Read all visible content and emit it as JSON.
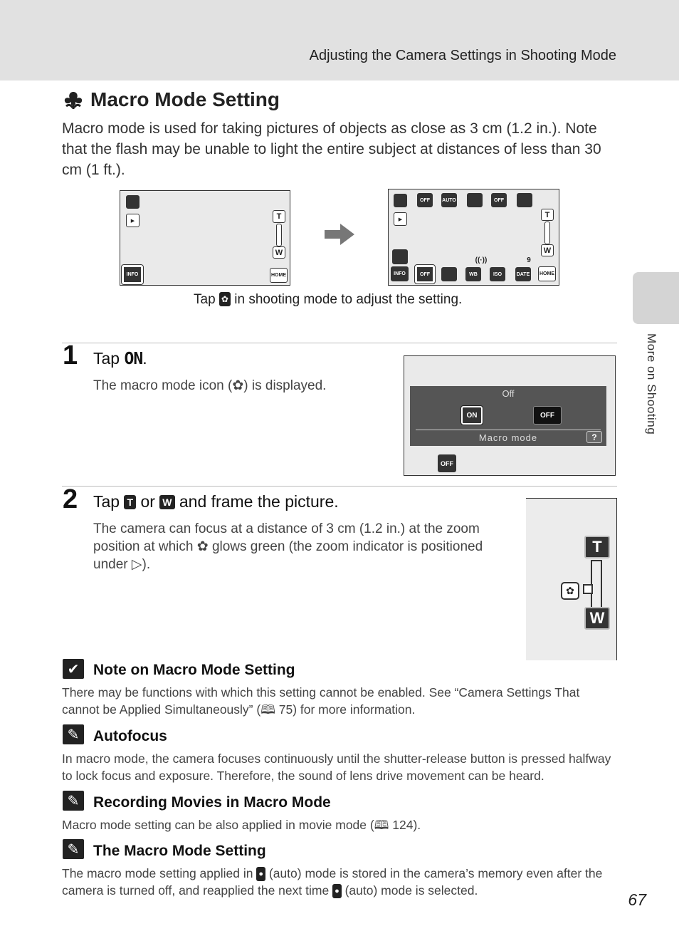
{
  "header": {
    "title": "Adjusting the Camera Settings in Shooting Mode"
  },
  "side_tab": {
    "label": "More on Shooting"
  },
  "section": {
    "title": "Macro Mode Setting",
    "intro": "Macro mode is used for taking pictures of objects as close as 3 cm (1.2 in.). Note that the flash may be unable to light the entire subject at distances of less than 30 cm (1 ft.).",
    "caption_pre": "Tap",
    "caption_post": "in shooting mode to adjust the setting."
  },
  "screen_icons": {
    "info": "INFO",
    "home": "HOME",
    "t": "T",
    "w": "W",
    "on": "ON",
    "off": "OFF",
    "wb": "WB",
    "auto": "AUTO",
    "iso": "ISO",
    "date": "DATE",
    "nine": "9"
  },
  "step1": {
    "number": "1",
    "head_pre": "Tap",
    "head_key": "ON",
    "head_post": ".",
    "body_pre": "The macro mode icon (",
    "body_post": ") is displayed.",
    "screen": {
      "top_label": "Off",
      "bottom_label": "Macro mode",
      "help": "?"
    }
  },
  "step2": {
    "number": "2",
    "head_pre": "Tap",
    "key_t": "T",
    "head_mid": "or",
    "key_w": "W",
    "head_post": "and frame the picture.",
    "body_1": "The camera can focus at a distance of 3 cm (1.2 in.) at the zoom position at which",
    "body_2": "glows green (the zoom indicator is positioned under",
    "body_3": ")."
  },
  "notes": [
    {
      "icon": "check-icon",
      "title": "Note on Macro Mode Setting",
      "body_pre": "There may be functions with which this setting cannot be enabled. See “Camera Settings That cannot be Applied Simultaneously” (",
      "body_ref": "75",
      "body_post": ") for more information."
    },
    {
      "icon": "pencil-icon",
      "title": "Autofocus",
      "body": "In macro mode, the camera focuses continuously until the shutter-release button is pressed halfway to lock focus and exposure. Therefore, the sound of lens drive movement can be heard."
    },
    {
      "icon": "pencil-icon",
      "title": "Recording Movies in Macro Mode",
      "body_pre": "Macro mode setting can be also applied in movie mode (",
      "body_ref": "124",
      "body_post": ")."
    },
    {
      "icon": "pencil-icon",
      "title": "The Macro Mode Setting",
      "body_pre": "The macro mode setting applied in",
      "body_mid": "(auto) mode is stored in the camera’s memory even after the camera is turned off, and reapplied the next time",
      "body_post": "(auto) mode is selected."
    }
  ],
  "page_number": "67"
}
